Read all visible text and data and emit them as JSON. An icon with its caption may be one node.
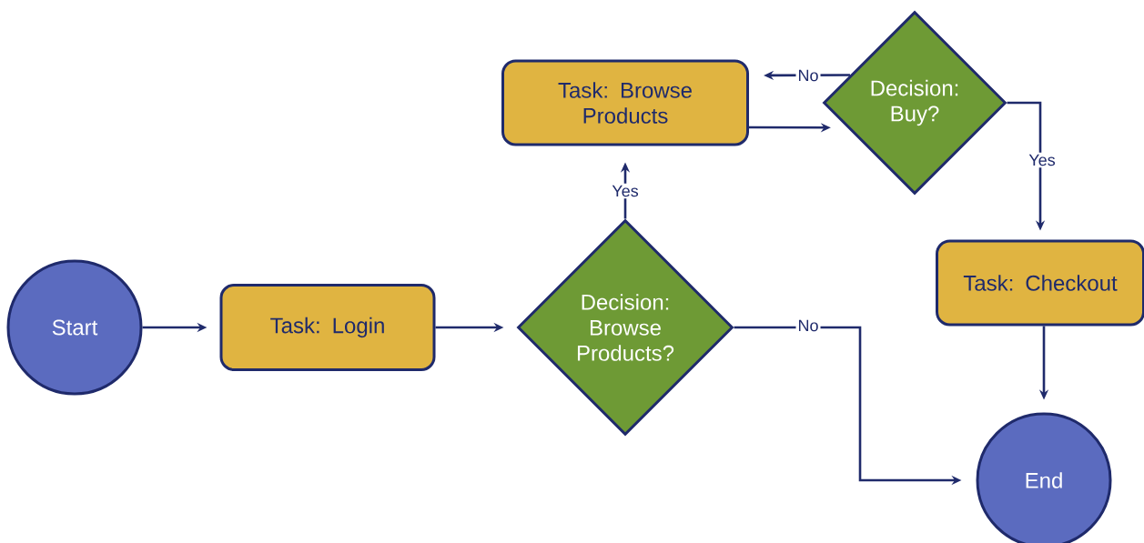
{
  "diagram": {
    "nodes": [
      {
        "text": [
          "Start"
        ]
      },
      {
        "text": [
          "Task: Login"
        ]
      },
      {
        "text": [
          "Decision: Browse Products?"
        ]
      },
      {
        "text": [
          "Task: Browse Products"
        ]
      },
      {
        "text": [
          "Decision: Buy?"
        ]
      },
      {
        "text": [
          "Task: Checkout"
        ]
      },
      {
        "text": [
          "End"
        ]
      }
    ],
    "edges": [
      {
        "from": 0,
        "to": 1,
        "arrow": "to"
      },
      {
        "from": 1,
        "to": 2,
        "arrow": "to"
      },
      {
        "from": 2,
        "to": 3,
        "arrow": "to",
        "label": "Yes"
      },
      {
        "from": 3,
        "to": 4,
        "arrow": "to"
      },
      {
        "from": 4,
        "to": 3,
        "arrow": "to",
        "label": "No"
      },
      {
        "from": 4,
        "to": 5,
        "arrow": "to",
        "label": "Yes"
      },
      {
        "from": 2,
        "to": 6,
        "arrow": "to",
        "label": "No"
      },
      {
        "from": 5,
        "to": 6,
        "arrow": "to"
      }
    ]
  }
}
